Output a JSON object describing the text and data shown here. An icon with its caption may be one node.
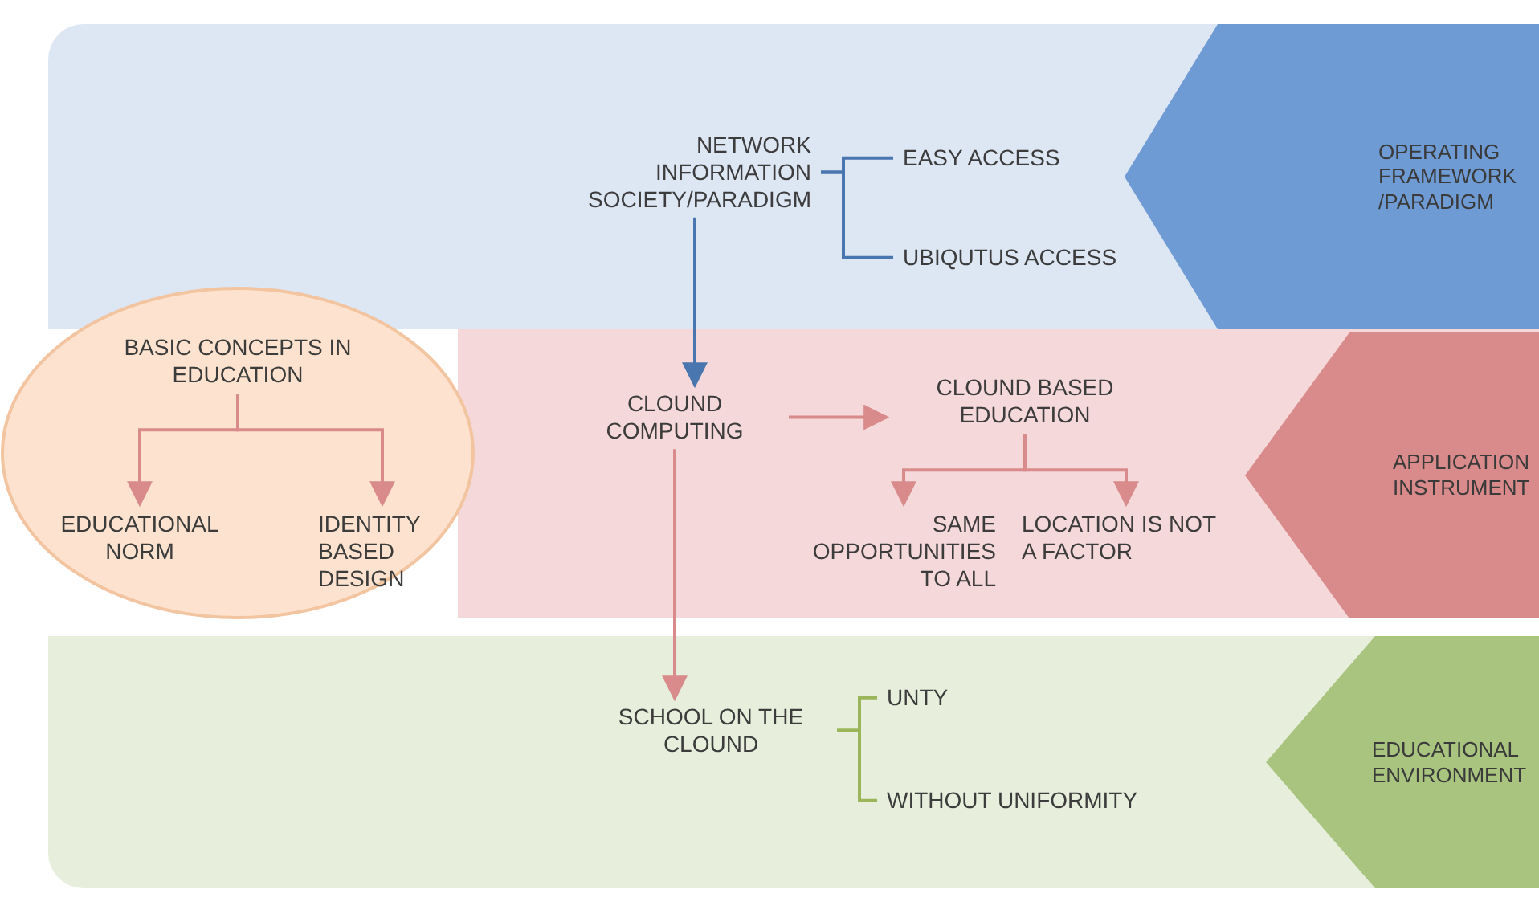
{
  "diagram": {
    "nodes": [
      {
        "text": [],
        "shape": "box"
      },
      {
        "text": [
          "NETWORK INFORMATION SOCIETY/PARADIGM"
        ],
        "in": 0
      },
      {
        "text": [
          "EASY ACCESS"
        ],
        "in": 0
      },
      {
        "text": [
          "UBIQUTUS ACCESS"
        ],
        "in": 0
      },
      {
        "text": [
          "OPERATING FRAMEWORK /PARADIGM"
        ],
        "in": 0
      },
      {
        "text": [],
        "shape": "box"
      },
      {
        "text": [
          "CLOUND COMPUTING"
        ],
        "in": 5
      },
      {
        "text": [
          "CLOUND BASED EDUCATION"
        ],
        "in": 5
      },
      {
        "text": [
          "SAME OPPORTUNITIES TO ALL"
        ],
        "in": 5
      },
      {
        "text": [
          "LOCATION IS NOT A FACTOR"
        ],
        "in": 5
      },
      {
        "text": [
          "APPLICATION INSTRUMENT"
        ],
        "in": 5
      },
      {
        "text": [],
        "shape": "box"
      },
      {
        "text": [
          "SCHOOL ON THE CLOUND"
        ],
        "in": 11
      },
      {
        "text": [
          "UNTY"
        ],
        "in": 11
      },
      {
        "text": [
          "WITHOUT UNIFORMITY"
        ],
        "in": 11
      },
      {
        "text": [
          "EDUCATIONAL ENVIRONMENT"
        ],
        "in": 11
      },
      {
        "text": [],
        "shape": "circle"
      },
      {
        "text": [
          "BASIC CONCEPTS IN EDUCATION"
        ],
        "in": 16
      },
      {
        "text": [
          "EDUCATIONAL NORM"
        ],
        "in": 16
      },
      {
        "text": [
          "IDENTITY BASED DESIGN"
        ],
        "in": 16
      }
    ],
    "edges": [
      {
        "from": 1,
        "to": 2,
        "arrow": "none",
        "color": "#4a76b0"
      },
      {
        "from": 1,
        "to": 3,
        "arrow": "none",
        "color": "#4a76b0"
      },
      {
        "from": 1,
        "to": 6,
        "arrow": "to",
        "color": "#4a76b0"
      },
      {
        "from": 6,
        "to": 7,
        "arrow": "to"
      },
      {
        "from": 7,
        "to": 8,
        "arrow": "to"
      },
      {
        "from": 7,
        "to": 9,
        "arrow": "to"
      },
      {
        "from": 6,
        "to": 12,
        "arrow": "to"
      },
      {
        "from": 12,
        "to": 13,
        "arrow": "none",
        "color": "#9bb55a"
      },
      {
        "from": 12,
        "to": 14,
        "arrow": "none",
        "color": "#9bb55a"
      },
      {
        "from": 17,
        "to": 18,
        "arrow": "to"
      },
      {
        "from": 17,
        "to": 19,
        "arrow": "to"
      }
    ]
  }
}
